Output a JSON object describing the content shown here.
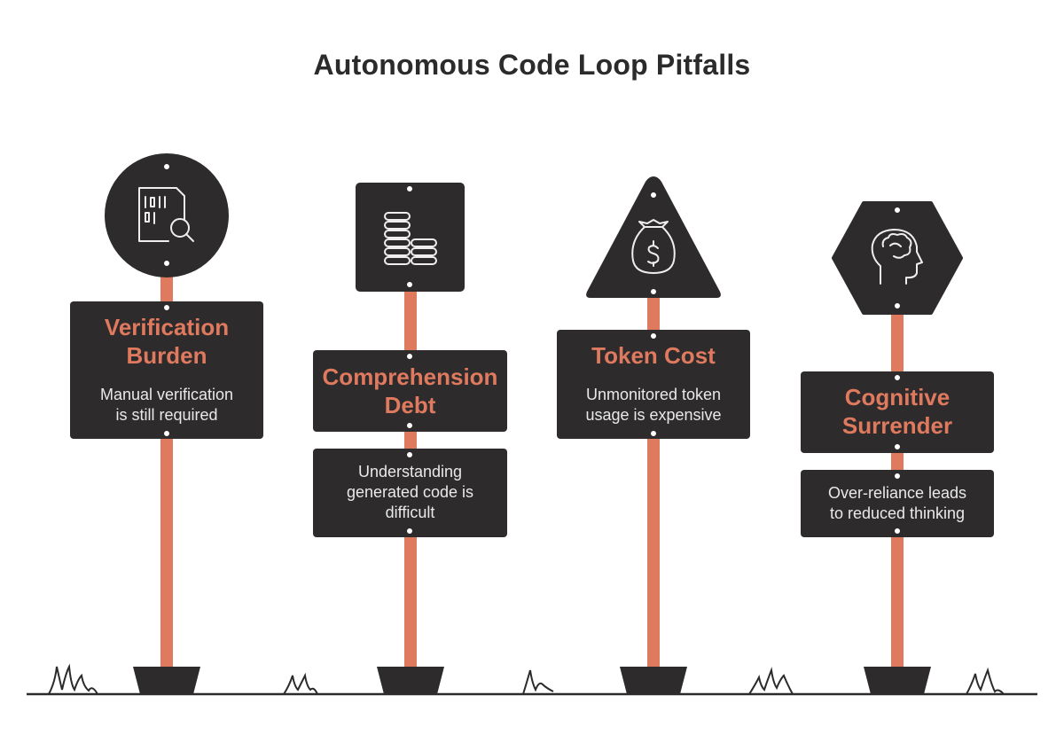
{
  "title": "Autonomous Code Loop Pitfalls",
  "colors": {
    "sign": "#2d2b2c",
    "pole": "#e07a5f",
    "accent_text": "#e07a5f",
    "body_text": "#e9e9e9",
    "ground": "#2b2b2b",
    "title": "#2b2b2b",
    "icon_stroke": "#eeeeee"
  },
  "signs": [
    {
      "icon": "binary-file-search-icon",
      "icon_sign_shape": "circle",
      "heading": [
        "Verification",
        "Burden"
      ],
      "description": [
        "Manual verification",
        "is still required"
      ]
    },
    {
      "icon": "coin-stacks-icon",
      "icon_sign_shape": "square",
      "heading": [
        "Comprehension",
        "Debt"
      ],
      "description": [
        "Understanding",
        "generated code is",
        "difficult"
      ]
    },
    {
      "icon": "money-bag-icon",
      "icon_sign_shape": "triangle",
      "heading": [
        "Token Cost"
      ],
      "description": [
        "Unmonitored token",
        "usage is expensive"
      ]
    },
    {
      "icon": "brain-head-icon",
      "icon_sign_shape": "hexagon",
      "heading": [
        "Cognitive",
        "Surrender"
      ],
      "description": [
        "Over-reliance leads",
        "to reduced thinking"
      ]
    }
  ]
}
